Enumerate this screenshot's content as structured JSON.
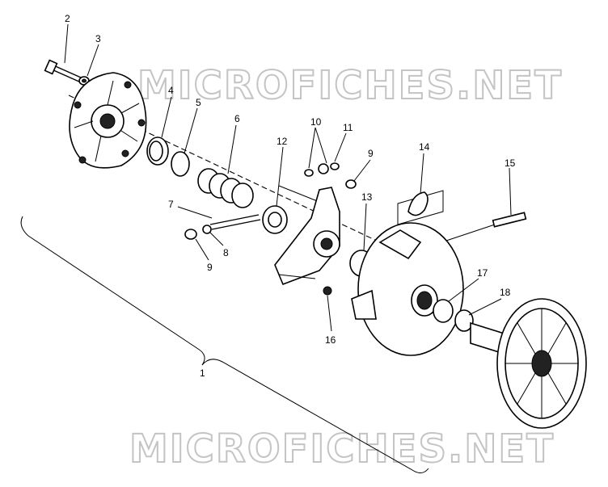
{
  "callouts": {
    "c1": "1",
    "c2": "2",
    "c3": "3",
    "c4": "4",
    "c5": "5",
    "c6": "6",
    "c7": "7",
    "c8": "8",
    "c9a": "9",
    "c9b": "9",
    "c10": "10",
    "c11": "11",
    "c12": "12",
    "c13": "13",
    "c14": "14",
    "c15": "15",
    "c16": "16",
    "c17": "17",
    "c18": "18"
  },
  "watermark": {
    "top": "MICROFICHES.NET",
    "bottom": "MICROFICHES.NET"
  }
}
